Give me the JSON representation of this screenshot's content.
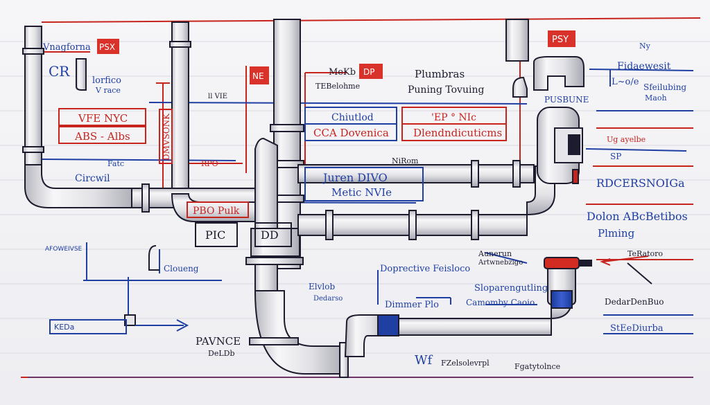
{
  "colors": {
    "red": "#c8241e",
    "blue": "#1f3fa3",
    "ink": "#1c1c2e",
    "pipe": "#e9e9ec",
    "pipe_shadow": "#b9b9c2",
    "paper": "#f5f5f7"
  },
  "labels": {
    "top_left": "Vnagforna",
    "top_left_tag": "PSX",
    "cr": "CR",
    "lorfico": "lorfico",
    "vrace": "V race",
    "vfe_nyc": "VFE NYC",
    "abs_albs": "ABS - Albs",
    "vertical_note": "DMVSONK",
    "circwil": "Circwil",
    "center_tag_ne": "NE",
    "center_tag_dp": "DP",
    "mekeb": "MeKb",
    "tebelohme": "TEBelohme",
    "small_vie": "ll VIE",
    "chiutlod": "Chiutlod",
    "cca": "CCA Dovenica",
    "plumbras": "Plumbras",
    "puning": "Puning Tovuing",
    "ep_nic": "'EP ° NIc",
    "dlondo": "Dlendndicuticms",
    "right_tag": "PSY",
    "pusbune": "PUSBUNE",
    "fidaevest": "Fidaewesit",
    "lole": "L~o/e",
    "sfeilubing": "Sfeilubing",
    "maoh": "Maoh",
    "ny": "Ny",
    "udg": "Ug ayelbe",
    "sp": "SP",
    "pbo_pulk": "PBO Pulk",
    "pic": "PIC",
    "dd": "DD",
    "juren": "Juren DIVO",
    "metic": "Metic NVIe",
    "rdelenet": "RDCERSNOIGa",
    "dolon": "Dolon ABcBetibos",
    "plming": "Plming",
    "afowei": "AFOWEIVSE",
    "cloueng": "Cloueng",
    "doprective": "Doprective Feisloco",
    "dimarer": "Dimmer Plo",
    "spodem": "Sloparengutling",
    "camomby": "Camomby Caoio",
    "aunerun": "Aunerun",
    "abtestigo": "Artwnebzigo",
    "teratoro": "TeRatoro",
    "elvlob": "Elvlob",
    "dedarso": "Dedarso",
    "dacdeo": "DedarDenBuo",
    "stedino": "StEeDiurba",
    "pavnce": "PAVNCE",
    "delnb": "DeLDb",
    "wf": "Wf",
    "fzelso": "FZelsolevrpl",
    "fgatyt": "Fgatytolnce",
    "kedz": "KEDa",
    "fatc": "Fatc",
    "rpo": "RPO",
    "nirom": "NiRom"
  }
}
